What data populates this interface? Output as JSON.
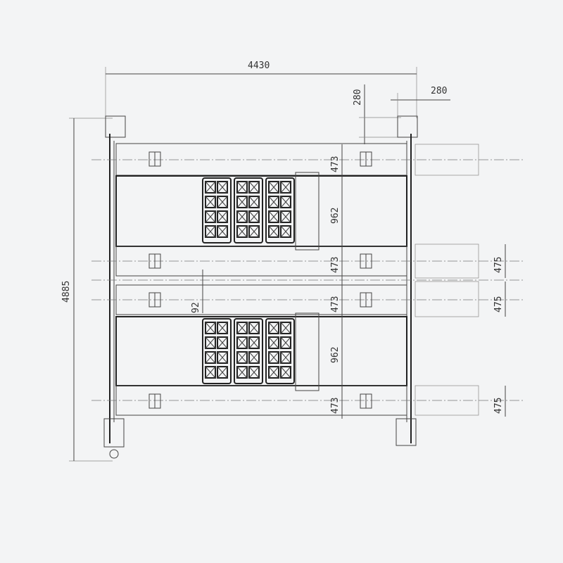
{
  "drawing": {
    "title": "Four-post parking lift plan view",
    "dimensions": {
      "overall_width": "4430",
      "overall_length": "4885",
      "post_offset_vertical": "280",
      "post_offset_horizontal": "280",
      "beam_widths": [
        "473",
        "473",
        "473",
        "473"
      ],
      "platform_widths": [
        "962",
        "962"
      ],
      "center_gap": "92",
      "extension_widths": [
        "475",
        "475",
        "475"
      ]
    }
  }
}
